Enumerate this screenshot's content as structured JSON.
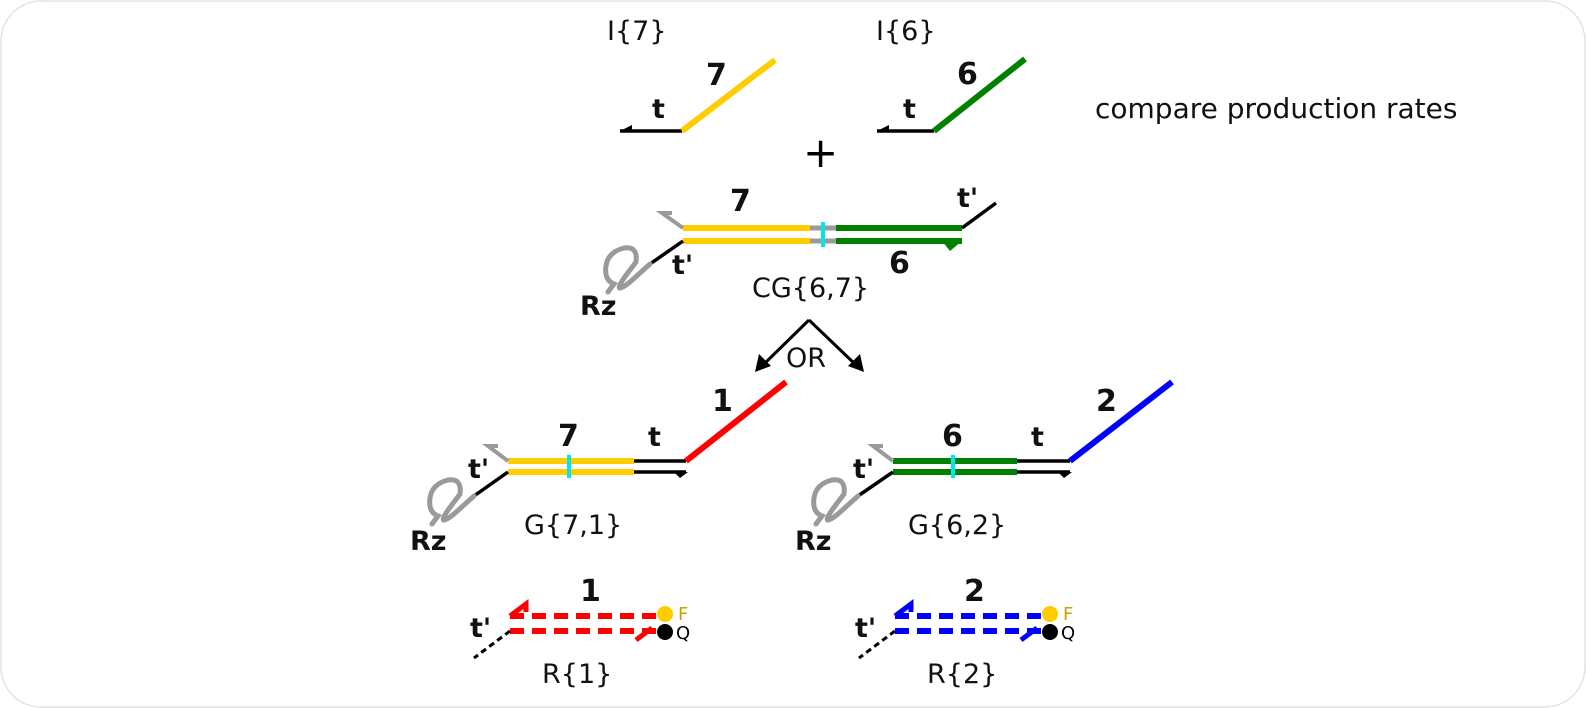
{
  "colors": {
    "yellow": "#FFCC00",
    "gold_text": "#C9A000",
    "green": "#008000",
    "red": "#FF0000",
    "blue": "#0000FF",
    "cyan": "#00E5EE",
    "gray": "#9A9A9A",
    "black": "#000000"
  },
  "species": {
    "i7": {
      "name": "I{7}",
      "domain": "7",
      "toehold": "t"
    },
    "i6": {
      "name": "I{6}",
      "domain": "6",
      "toehold": "t"
    },
    "cg": {
      "name": "CG{6,7}",
      "left_domain": "7",
      "right_domain": "6",
      "left_toehold": "t'",
      "right_toehold": "t'",
      "ribozyme": "Rz"
    },
    "g71": {
      "name": "G{7,1}",
      "domain": "7",
      "toehold": "t",
      "output": "1",
      "left_toehold": "t'",
      "ribozyme": "Rz"
    },
    "g62": {
      "name": "G{6,2}",
      "domain": "6",
      "toehold": "t",
      "output": "2",
      "left_toehold": "t'",
      "ribozyme": "Rz"
    },
    "r1": {
      "name": "R{1}",
      "domain": "1",
      "toehold": "t'",
      "fluor": "F",
      "quencher": "Q"
    },
    "r2": {
      "name": "R{2}",
      "domain": "2",
      "toehold": "t'",
      "fluor": "F",
      "quencher": "Q"
    }
  },
  "plus_symbol": "+",
  "or_label": "OR",
  "note": "compare production rates"
}
